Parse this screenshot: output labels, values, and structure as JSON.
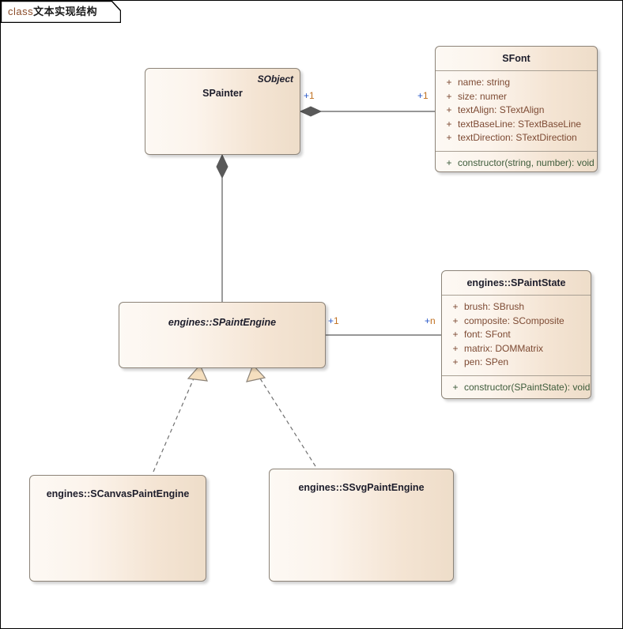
{
  "frame": {
    "keyword": "class",
    "name": "文本实现结构"
  },
  "colors": {
    "box_fill_light": "#fdf9f4",
    "box_fill_dark": "#eeddc9",
    "box_border": "#8c8378",
    "attribute_text": "#7d4a33",
    "operation_text": "#3d5b3a",
    "title_text": "#1d1d2b",
    "multiplicity_plus": "#2a59c8",
    "multiplicity_value": "#c07020",
    "connector_line": "#595959",
    "triangle_fill": "#f5dfbf",
    "keyword_text": "#8a4b28"
  },
  "classes": {
    "spainter": {
      "name": "SPainter",
      "stereotype": "SObject",
      "attributes": [],
      "operations": []
    },
    "sfont": {
      "name": "SFont",
      "attributes": [
        {
          "vis": "+",
          "text": "name: string"
        },
        {
          "vis": "+",
          "text": "size: numer"
        },
        {
          "vis": "+",
          "text": "textAlign: STextAlign"
        },
        {
          "vis": "+",
          "text": "textBaseLine: STextBaseLine"
        },
        {
          "vis": "+",
          "text": "textDirection: STextDirection"
        }
      ],
      "operations": [
        {
          "vis": "+",
          "text": "constructor(string, number): void"
        }
      ]
    },
    "spaintengine": {
      "name": "engines::SPaintEngine",
      "abstract": true,
      "attributes": [],
      "operations": []
    },
    "spaintstate": {
      "name": "engines::SPaintState",
      "attributes": [
        {
          "vis": "+",
          "text": "brush: SBrush"
        },
        {
          "vis": "+",
          "text": "composite: SComposite"
        },
        {
          "vis": "+",
          "text": "font: SFont"
        },
        {
          "vis": "+",
          "text": "matrix: DOMMatrix"
        },
        {
          "vis": "+",
          "text": "pen: SPen"
        }
      ],
      "operations": [
        {
          "vis": "+",
          "text": "constructor(SPaintState): void"
        }
      ]
    },
    "scanvaspaintengine": {
      "name": "engines::SCanvasPaintEngine",
      "attributes": [],
      "operations": []
    },
    "ssvgpaintengine": {
      "name": "engines::SSvgPaintEngine",
      "attributes": [],
      "operations": []
    }
  },
  "relationships": [
    {
      "kind": "composition",
      "from": "spainter",
      "to": "sfont",
      "from_multiplicity": "+1",
      "to_multiplicity": "+1"
    },
    {
      "kind": "composition",
      "from": "spainter",
      "to": "spaintengine",
      "from_multiplicity": "",
      "to_multiplicity": ""
    },
    {
      "kind": "association",
      "from": "spaintengine",
      "to": "spaintstate",
      "from_multiplicity": "+1",
      "to_multiplicity": "+n"
    },
    {
      "kind": "realization",
      "from": "scanvaspaintengine",
      "to": "spaintengine"
    },
    {
      "kind": "realization",
      "from": "ssvgpaintengine",
      "to": "spaintengine"
    }
  ],
  "multiplicities": {
    "painter_font_left": {
      "plus": "+",
      "value": "1"
    },
    "painter_font_right": {
      "plus": "+",
      "value": "1"
    },
    "engine_state_left": {
      "plus": "+",
      "value": "1"
    },
    "engine_state_right": {
      "plus": "+",
      "value": "n"
    }
  }
}
